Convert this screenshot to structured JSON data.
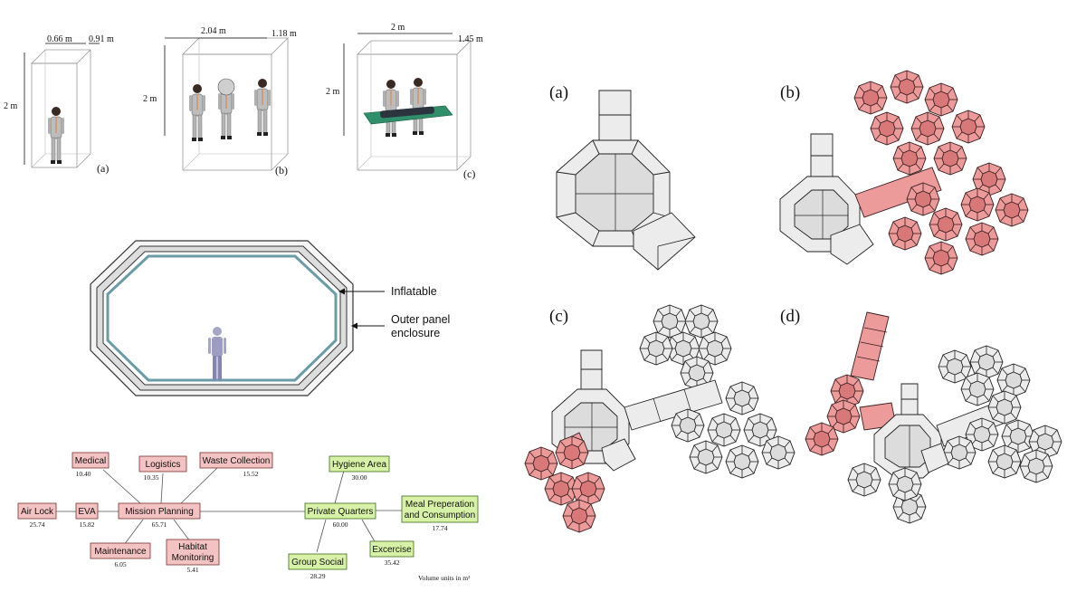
{
  "figure": {
    "people_boxes": [
      {
        "width_label": "0.66 m",
        "depth_label": "0.91 m",
        "height_label": "2 m",
        "panel_label": "(a)"
      },
      {
        "width_label": "2.04 m",
        "depth_label": "1.18 m",
        "height_label": "2 m",
        "panel_label": "(b)"
      },
      {
        "width_label": "2 m",
        "depth_label": "1.45 m",
        "height_label": "2 m",
        "panel_label": "(c)"
      }
    ],
    "cross_section": {
      "callout_inflatable": "Inflatable",
      "callout_outer_line1": "Outer panel",
      "callout_outer_line2": "enclosure"
    },
    "graph": {
      "nodes": [
        {
          "id": "airlock",
          "label": "Air Lock",
          "value": "25.74",
          "group": "red"
        },
        {
          "id": "eva",
          "label": "EVA",
          "value": "15.82",
          "group": "red"
        },
        {
          "id": "mission",
          "label": "Mission Planning",
          "value": "65.71",
          "group": "red"
        },
        {
          "id": "medical",
          "label": "Medical",
          "value": "10.40",
          "group": "red"
        },
        {
          "id": "logistics",
          "label": "Logistics",
          "value": "10.35",
          "group": "red"
        },
        {
          "id": "waste",
          "label": "Waste Collection",
          "value": "15.52",
          "group": "red"
        },
        {
          "id": "maintenance",
          "label": "Maintenance",
          "value": "6.05",
          "group": "red"
        },
        {
          "id": "monitoring",
          "label_line1": "Habitat",
          "label_line2": "Monitoring",
          "value": "5.41",
          "group": "red"
        },
        {
          "id": "private",
          "label": "Private Quarters",
          "value": "60.00",
          "group": "green"
        },
        {
          "id": "hygiene",
          "label": "Hygiene Area",
          "value": "30.00",
          "group": "green"
        },
        {
          "id": "meal",
          "label_line1": "Meal Preperation",
          "label_line2": "and Consumption",
          "value": "17.74",
          "group": "green"
        },
        {
          "id": "social",
          "label": "Group Social",
          "value": "28.29",
          "group": "green"
        },
        {
          "id": "exercise",
          "label": "Excercise",
          "value": "35.42",
          "group": "green"
        }
      ],
      "units_note": "Volume units in m³"
    },
    "modules": {
      "panel_a": "(a)",
      "panel_b": "(b)",
      "panel_c": "(c)",
      "panel_d": "(d)"
    },
    "colors": {
      "red_fill": "#f3c2c2",
      "green_fill": "#d7f2a6",
      "highlight_module": "#ec9a9a",
      "plain_module": "#ececec"
    }
  }
}
